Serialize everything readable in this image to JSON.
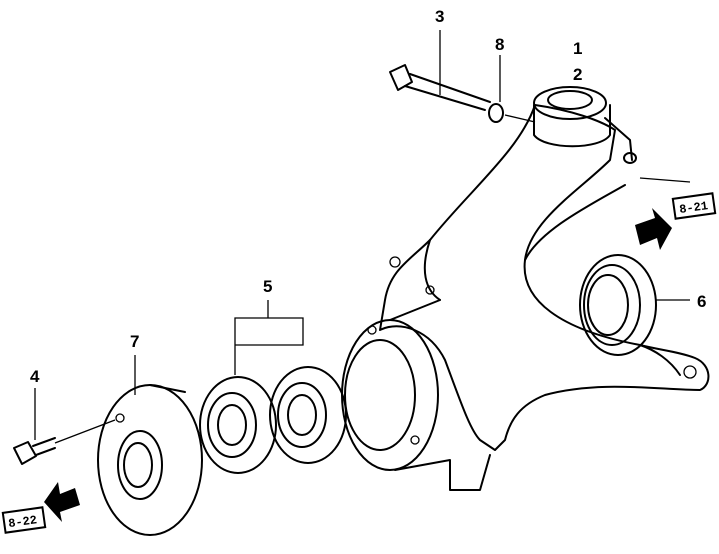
{
  "diagram": {
    "callouts": [
      {
        "id": "1",
        "label": "1"
      },
      {
        "id": "2",
        "label": "2"
      },
      {
        "id": "3",
        "label": "3"
      },
      {
        "id": "4",
        "label": "4"
      },
      {
        "id": "5",
        "label": "5"
      },
      {
        "id": "6",
        "label": "6"
      },
      {
        "id": "7",
        "label": "7"
      },
      {
        "id": "8",
        "label": "8"
      }
    ],
    "references": [
      {
        "label": "8-21",
        "direction": "right"
      },
      {
        "label": "8-22",
        "direction": "left"
      }
    ]
  }
}
